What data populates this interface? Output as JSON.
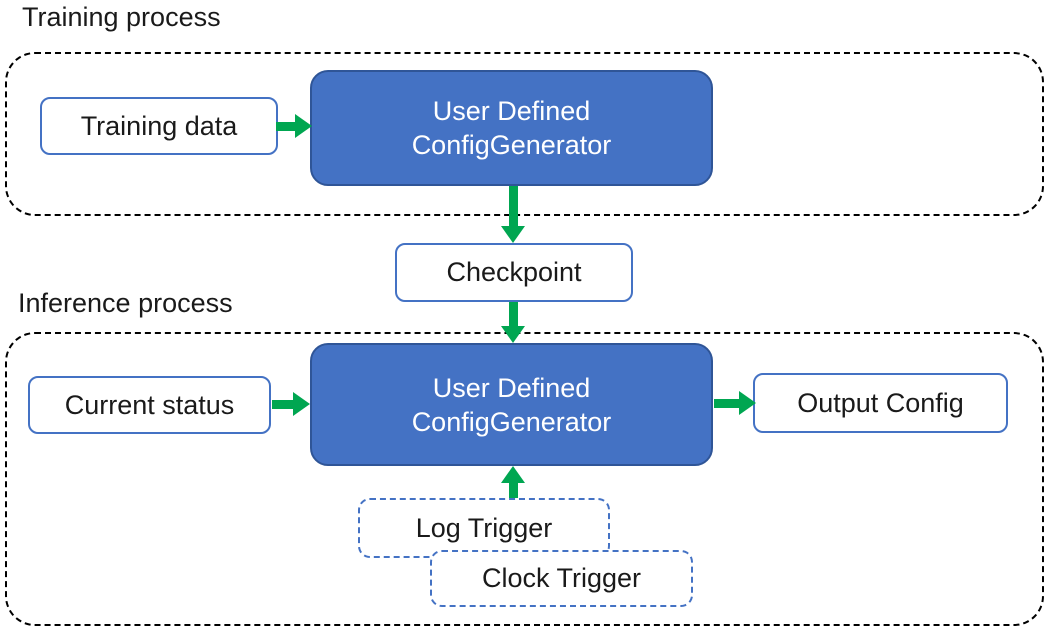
{
  "diagram": {
    "sections": {
      "training": {
        "label": "Training process"
      },
      "inference": {
        "label": "Inference process"
      }
    },
    "nodes": {
      "training_data": {
        "label": "Training data"
      },
      "training_generator": {
        "line1": "User Defined",
        "line2": "ConfigGenerator"
      },
      "checkpoint": {
        "label": "Checkpoint"
      },
      "current_status": {
        "label": "Current status"
      },
      "inference_generator": {
        "line1": "User Defined",
        "line2": "ConfigGenerator"
      },
      "output_config": {
        "label": "Output Config"
      },
      "log_trigger": {
        "label": "Log Trigger"
      },
      "clock_trigger": {
        "label": "Clock Trigger"
      }
    },
    "edges": [
      {
        "from": "training_data",
        "to": "training_generator",
        "direction": "right"
      },
      {
        "from": "training_generator",
        "to": "checkpoint",
        "direction": "down"
      },
      {
        "from": "checkpoint",
        "to": "inference_generator",
        "direction": "down"
      },
      {
        "from": "current_status",
        "to": "inference_generator",
        "direction": "right"
      },
      {
        "from": "inference_generator",
        "to": "output_config",
        "direction": "right"
      },
      {
        "from": "log_trigger",
        "to": "inference_generator",
        "direction": "up"
      }
    ],
    "colors": {
      "node_fill_blue": "#4472C4",
      "node_border_blue": "#2F5597",
      "light_node_border": "#4472C4",
      "trigger_border": "#4472C4",
      "arrow_green": "#00A651",
      "container_border": "#000000",
      "text_dark": "#1A1A1A",
      "text_on_blue": "#FFFFFF"
    }
  }
}
